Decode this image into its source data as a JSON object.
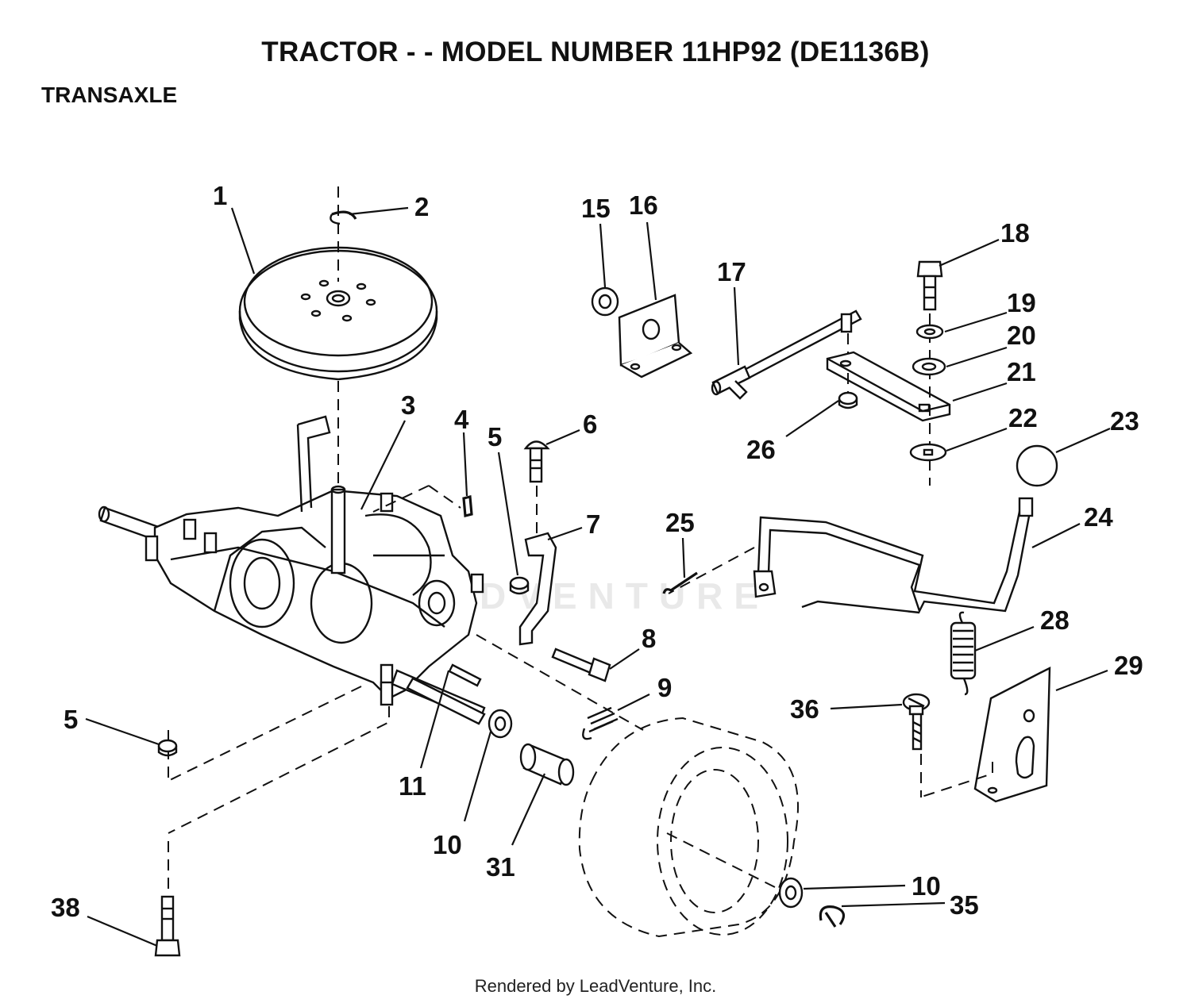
{
  "title": "TRACTOR - - MODEL NUMBER 11HP92 (DE1136B)",
  "subtitle": "TRANSAXLE",
  "footer": "Rendered by LeadVenture, Inc.",
  "watermark": "LEADVENTURE",
  "callouts": [
    "1",
    "2",
    "3",
    "4",
    "5",
    "6",
    "7",
    "5",
    "8",
    "9",
    "11",
    "10",
    "31",
    "38",
    "15",
    "16",
    "17",
    "18",
    "19",
    "20",
    "21",
    "22",
    "23",
    "24",
    "25",
    "26",
    "28",
    "29",
    "36",
    "10",
    "35"
  ]
}
